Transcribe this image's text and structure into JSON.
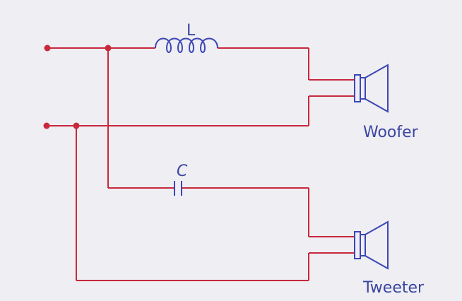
{
  "diagram": {
    "title": "",
    "components": {
      "inductor_label": "L",
      "capacitor_label": "C",
      "woofer_label": "Woofer",
      "tweeter_label": "Tweeter"
    },
    "colors": {
      "wire": "#c8283c",
      "component": "#3c46b4",
      "text": "#3c46a0",
      "background": "#eeeef3"
    }
  }
}
